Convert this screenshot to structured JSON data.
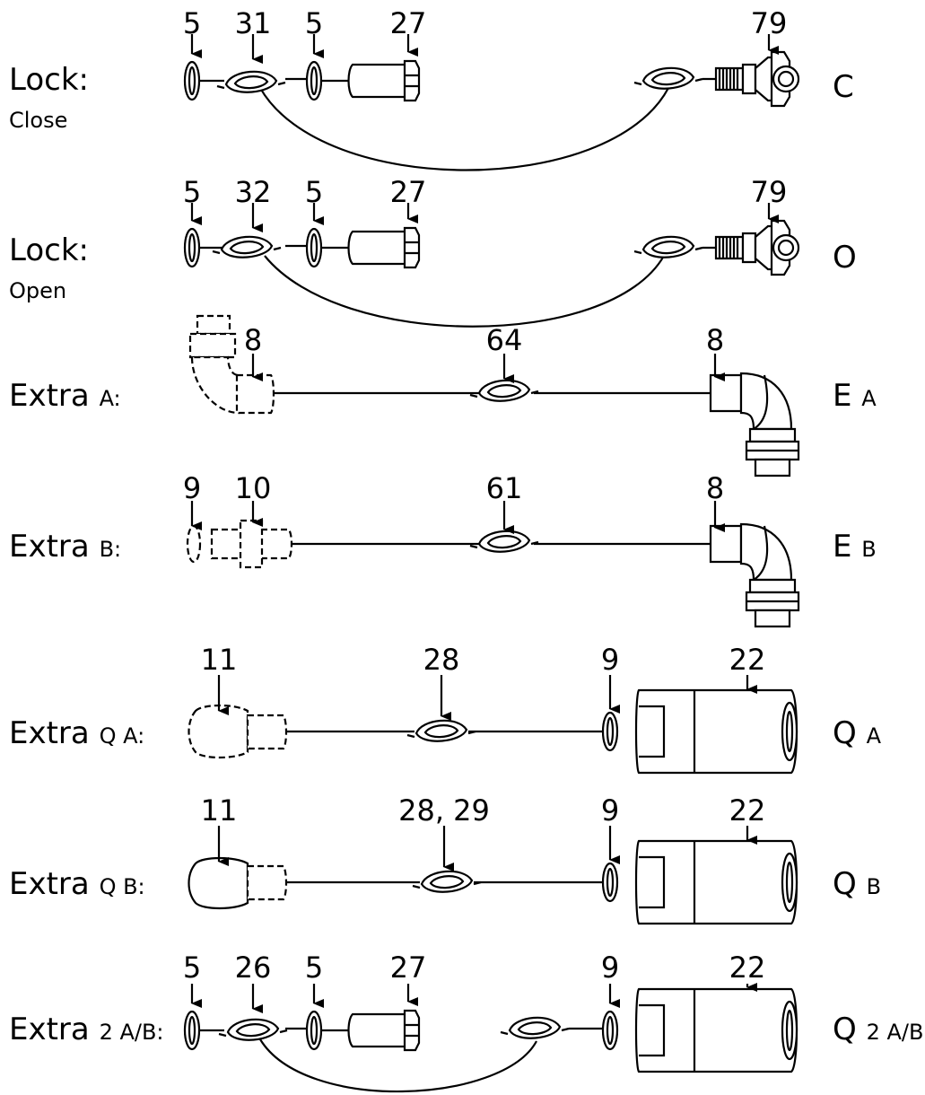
{
  "rows": [
    {
      "label_main": "Lock:",
      "label_sub": "Close",
      "code_main": "C",
      "code_sub": "",
      "nums": [
        "5",
        "31",
        "5",
        "27",
        "79"
      ]
    },
    {
      "label_main": "Lock:",
      "label_sub": "Open",
      "code_main": "O",
      "code_sub": "",
      "nums": [
        "5",
        "32",
        "5",
        "27",
        "79"
      ]
    },
    {
      "label_main": "Extra",
      "label_sub": "A:",
      "code_main": "E",
      "code_sub": "A",
      "nums": [
        "8",
        "64",
        "8"
      ]
    },
    {
      "label_main": "Extra",
      "label_sub": "B:",
      "code_main": "E",
      "code_sub": "B",
      "nums": [
        "9",
        "10",
        "61",
        "8"
      ]
    },
    {
      "label_main": "Extra",
      "label_sub": "Q A:",
      "code_main": "Q",
      "code_sub": "A",
      "nums": [
        "11",
        "28",
        "9",
        "22"
      ]
    },
    {
      "label_main": "Extra",
      "label_sub": "Q B:",
      "code_main": "Q",
      "code_sub": "B",
      "nums": [
        "11",
        "28, 29",
        "9",
        "22"
      ]
    },
    {
      "label_main": "Extra",
      "label_sub": "2 A/B:",
      "code_main": "Q",
      "code_sub": "2 A/B",
      "nums": [
        "5",
        "26",
        "5",
        "27",
        "9",
        "22"
      ]
    }
  ]
}
